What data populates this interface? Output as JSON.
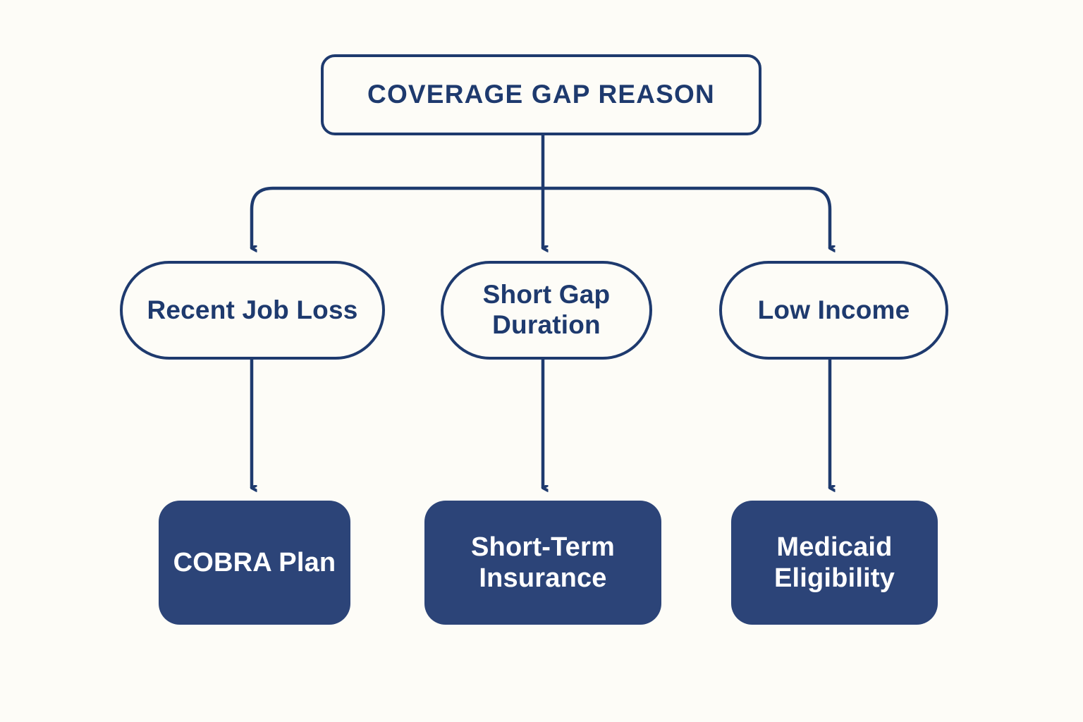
{
  "diagram": {
    "title": "Coverage Gap Reason decision flow",
    "background_color": "#FDFCF7",
    "line_color": "#1E3A6E",
    "accent_fill": "#2C4478",
    "text_on_fill": "#FFFFFF",
    "root": {
      "label": "COVERAGE GAP REASON"
    },
    "conditions": [
      {
        "label": "Recent Job Loss"
      },
      {
        "label": "Short Gap Duration"
      },
      {
        "label": "Low Income"
      }
    ],
    "outcomes": [
      {
        "label": "COBRA Plan"
      },
      {
        "label": "Short-Term Insurance"
      },
      {
        "label": "Medicaid Eligibility"
      }
    ]
  }
}
